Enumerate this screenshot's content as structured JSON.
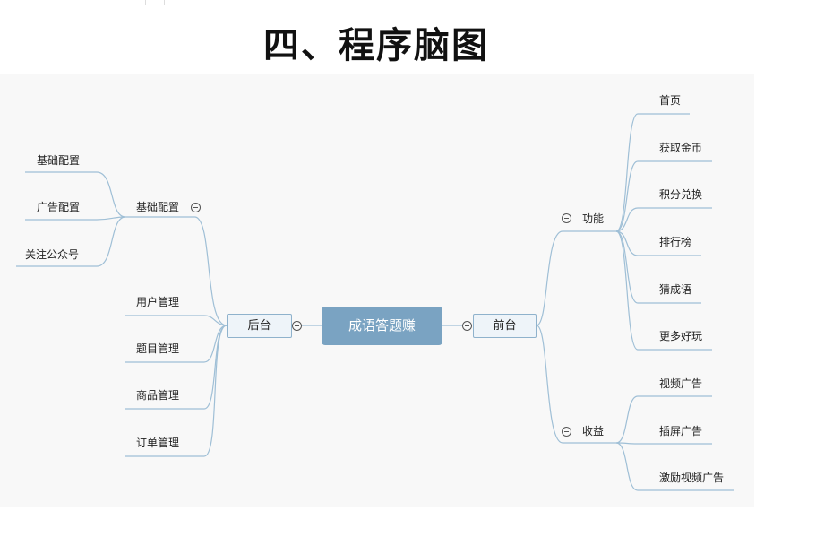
{
  "title": "四、程序脑图",
  "mindmap": {
    "root": "成语答题赚",
    "left": {
      "label": "后台",
      "items": [
        "用户管理",
        "题目管理",
        "商品管理",
        "订单管理"
      ],
      "config": {
        "label": "基础配置",
        "items": [
          "基础配置",
          "广告配置",
          "关注公众号"
        ]
      }
    },
    "right": {
      "label": "前台",
      "features": {
        "label": "功能",
        "items": [
          "首页",
          "获取金币",
          "积分兑换",
          "排行榜",
          "猜成语",
          "更多好玩"
        ]
      },
      "revenue": {
        "label": "收益",
        "items": [
          "视频广告",
          "插屏广告",
          "激励视频广告"
        ]
      }
    }
  },
  "colors": {
    "connector": "#9fbfd6",
    "root_fill": "#7aa3c2",
    "node_border": "#8fb2cc",
    "node_fill": "#eef4f9",
    "panel": "#f8f8f8"
  }
}
